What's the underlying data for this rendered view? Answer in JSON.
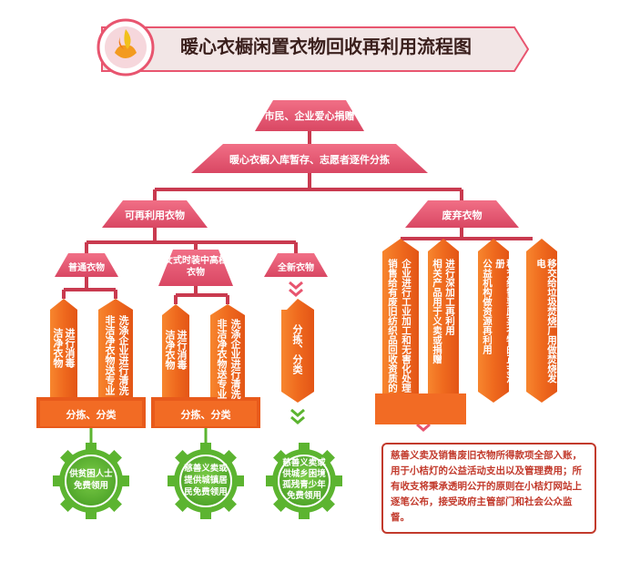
{
  "title": "暖心衣橱闲置衣物回收再利用流程图",
  "colors": {
    "pink": "#e8556f",
    "orange": "#f26b24",
    "green": "#5cb430",
    "red": "#c23a2c"
  },
  "icons": {
    "logo": "flame-lotus-icon"
  },
  "top": {
    "donate": "市民、企业爱心捐赠",
    "warehouse": "暖心衣橱入库暂存、志愿者逐件分拣"
  },
  "branches": {
    "reusable": "可再利用衣物",
    "waste": "废弃衣物"
  },
  "reusable": {
    "ordinary": {
      "label": "普通衣物",
      "clean": "洁净衣物",
      "clean_action": "进行消毒",
      "dirty": "非洁净衣物送专业",
      "dirty_action": "洗涤企业进行清洗",
      "sort": "分拣、分类",
      "gear": "供贫困人士免费领用"
    },
    "womens": {
      "label": "女式时装中高档衣物",
      "clean": "洁净衣物",
      "clean_action": "进行消毒",
      "dirty": "非洁净衣物送专业",
      "dirty_action": "洗涤企业进行清洗",
      "sort": "分拣、分类",
      "gear": "慈善义卖或提供城镇居民免费领用"
    },
    "new": {
      "label": "全新衣物",
      "sort": "分拣、分类",
      "gear": "慈善义卖或供城乡困境孤残青少年免费领用"
    }
  },
  "waste": {
    "items": [
      "销售给有废旧纺织品回收资质的",
      "企业进行工业加工和无害化处理",
      "相关产品用于义卖或捐赠",
      "进行深加工再利用",
      "公益机构做资源再利用",
      "移交给需要废弃衣物的正式注册",
      "移交给垃圾焚烧厂用做焚烧发电"
    ]
  },
  "note": "慈善义卖及销售废旧衣物所得款项全部入账，用于小桔灯的公益活动支出以及管理费用；所有收支将秉承透明公开的原则在小桔灯网站上逐笔公布，接受政府主管部门和社会公众监督。"
}
